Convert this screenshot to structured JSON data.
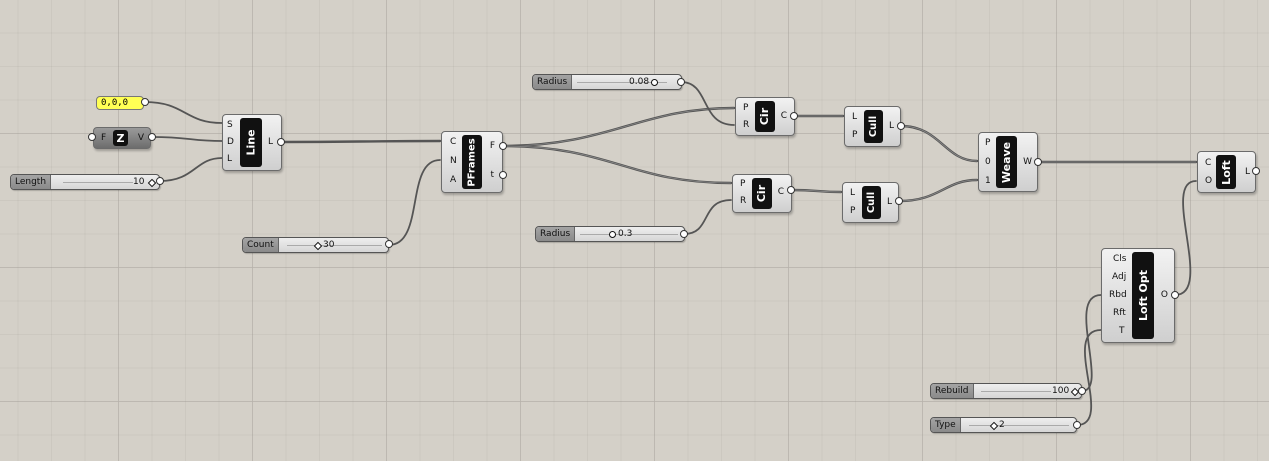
{
  "point_panel": {
    "value": "0,0,0"
  },
  "unit_z": {
    "in_port": "F",
    "core": "Z",
    "out_port": "V"
  },
  "line": {
    "core": "Line",
    "inputs": [
      "S",
      "D",
      "L"
    ],
    "output": "L"
  },
  "slider_length": {
    "label": "Length",
    "value": "10"
  },
  "pframes": {
    "core": "PFrames",
    "inputs": [
      "C",
      "N",
      "A"
    ],
    "outputs": [
      "F",
      "t"
    ]
  },
  "slider_count": {
    "label": "Count",
    "value": "30"
  },
  "slider_radius_top": {
    "label": "Radius",
    "value": "0.08"
  },
  "slider_radius_bottom": {
    "label": "Radius",
    "value": "0.3"
  },
  "circle_top": {
    "core": "Cir",
    "inputs": [
      "P",
      "R"
    ],
    "output": "C"
  },
  "circle_bottom": {
    "core": "Cir",
    "inputs": [
      "P",
      "R"
    ],
    "output": "C"
  },
  "cull_top": {
    "core": "Cull",
    "inputs": [
      "L",
      "P"
    ],
    "output": "L"
  },
  "cull_bottom": {
    "core": "Cull",
    "inputs": [
      "L",
      "P"
    ],
    "output": "L"
  },
  "weave": {
    "core": "Weave",
    "inputs": [
      "P",
      "0",
      "1"
    ],
    "output": "W"
  },
  "loft": {
    "core": "Loft",
    "inputs": [
      "C",
      "O"
    ],
    "output": "L"
  },
  "loft_opt": {
    "core": "Loft Opt",
    "inputs": [
      "Cls",
      "Adj",
      "Rbd",
      "Rft",
      "T"
    ],
    "output": "O"
  },
  "slider_rebuild": {
    "label": "Rebuild",
    "value": "100"
  },
  "slider_type": {
    "label": "Type",
    "value": "2"
  }
}
